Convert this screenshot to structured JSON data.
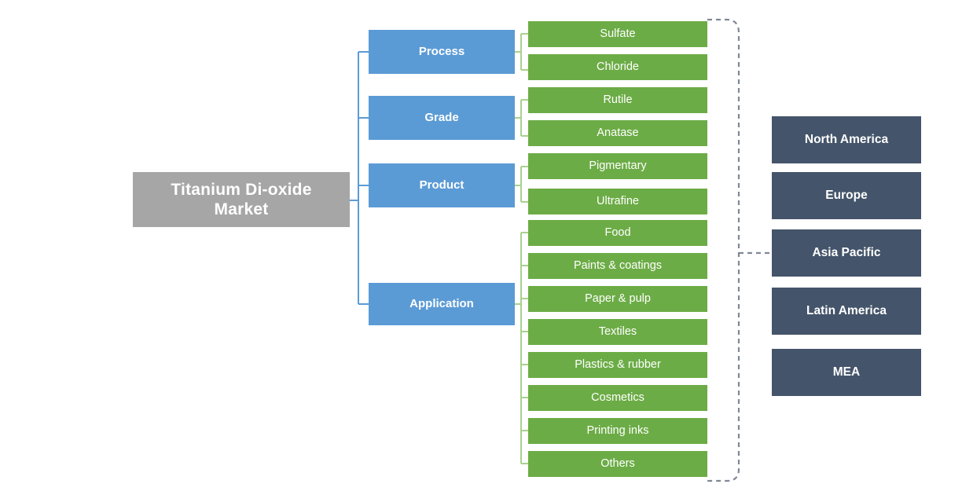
{
  "diagram": {
    "title": "Titanium Di-oxide Market",
    "colors": {
      "root": "#a6a6a6",
      "category": "#5b9bd5",
      "leaf": "#6cac46",
      "region": "#44546a",
      "category_connector": "#5b9bd5",
      "leaf_connector": "#a9d18e",
      "region_connector": "#808896"
    },
    "root": {
      "label": "Titanium Di-oxide Market"
    },
    "categories": [
      {
        "label": "Process",
        "children": [
          "Sulfate",
          "Chloride"
        ]
      },
      {
        "label": "Grade",
        "children": [
          "Rutile",
          "Anatase"
        ]
      },
      {
        "label": "Product",
        "children": [
          "Pigmentary",
          "Ultrafine"
        ]
      },
      {
        "label": "Application",
        "children": [
          "Food",
          "Paints & coatings",
          "Paper & pulp",
          "Textiles",
          "Plastics & rubber",
          "Cosmetics",
          "Printing inks",
          "Others"
        ]
      }
    ],
    "leaves": [
      "Sulfate",
      "Chloride",
      "Rutile",
      "Anatase",
      "Pigmentary",
      "Ultrafine",
      "Food",
      "Paints & coatings",
      "Paper & pulp",
      "Textiles",
      "Plastics & rubber",
      "Cosmetics",
      "Printing inks",
      "Others"
    ],
    "regions": [
      "North America",
      "Europe",
      "Asia Pacific",
      "Latin America",
      "MEA"
    ]
  }
}
